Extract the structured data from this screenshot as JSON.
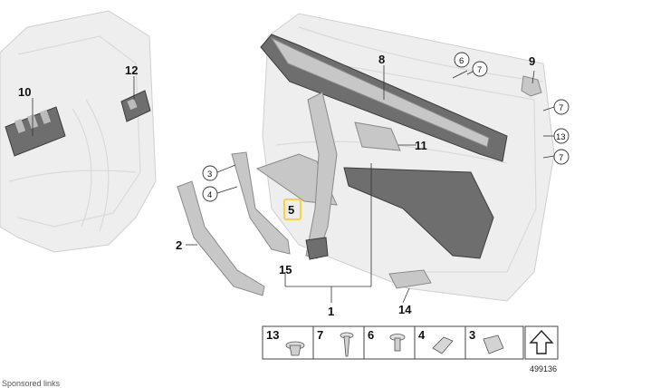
{
  "diagram": {
    "code": "499136",
    "footer_text": "Sponsored links",
    "callouts": {
      "c1": "1",
      "c2": "2",
      "c3": "3",
      "c4": "4",
      "c5": "5",
      "c6": "6",
      "c7a": "7",
      "c7b": "7",
      "c7c": "7",
      "c8": "8",
      "c9": "9",
      "c10": "10",
      "c11": "11",
      "c12": "12",
      "c13": "13",
      "c14": "14",
      "c15": "15"
    },
    "legend": [
      "13",
      "7",
      "6",
      "4",
      "3"
    ],
    "highlight_color": "#f3d54a"
  }
}
